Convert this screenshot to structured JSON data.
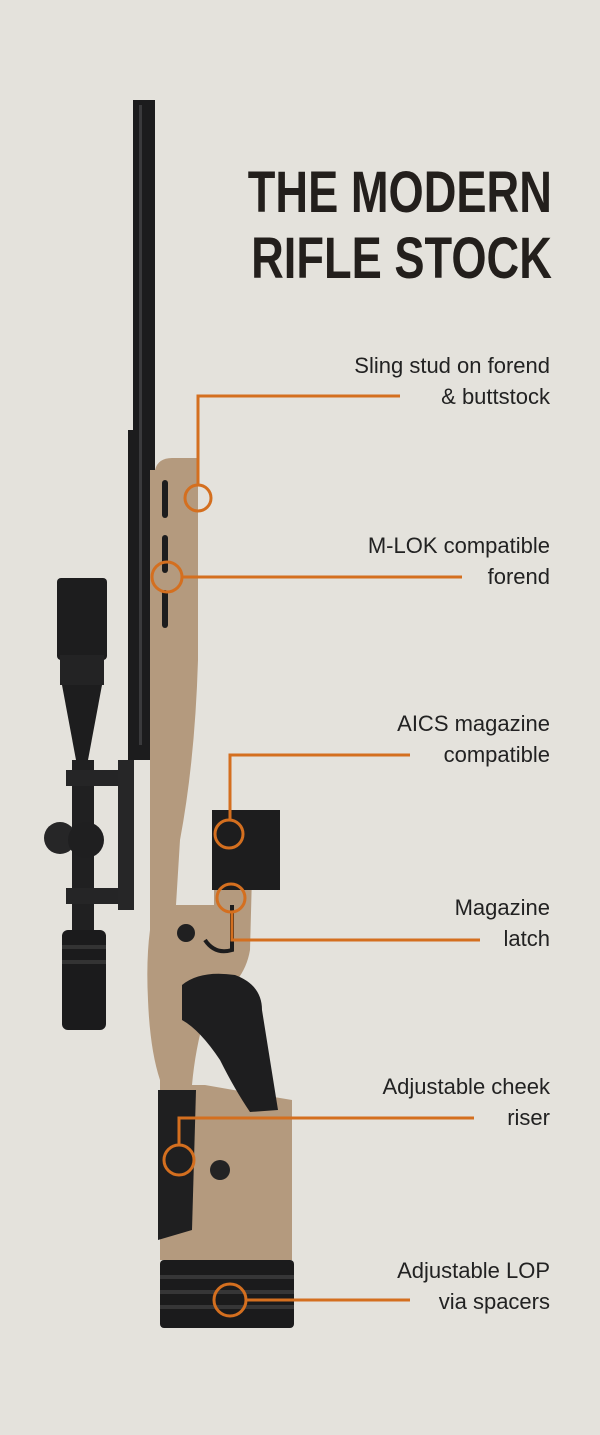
{
  "title": {
    "line1": "THE MODERN",
    "line2": "RIFLE STOCK"
  },
  "colors": {
    "background": "#e4e2dc",
    "accent": "#d46f1f",
    "stock_tan": "#b49a7e",
    "metal": "#1c1c1d",
    "text": "#231f1c"
  },
  "callouts": [
    {
      "line1": "Sling stud on forend",
      "line2": "& buttstock"
    },
    {
      "line1": "M-LOK compatible",
      "line2": "forend"
    },
    {
      "line1": "AICS magazine",
      "line2": "compatible"
    },
    {
      "line1": "Magazine",
      "line2": "latch"
    },
    {
      "line1": "Adjustable cheek",
      "line2": "riser"
    },
    {
      "line1": "Adjustable LOP",
      "line2": "via spacers"
    }
  ]
}
